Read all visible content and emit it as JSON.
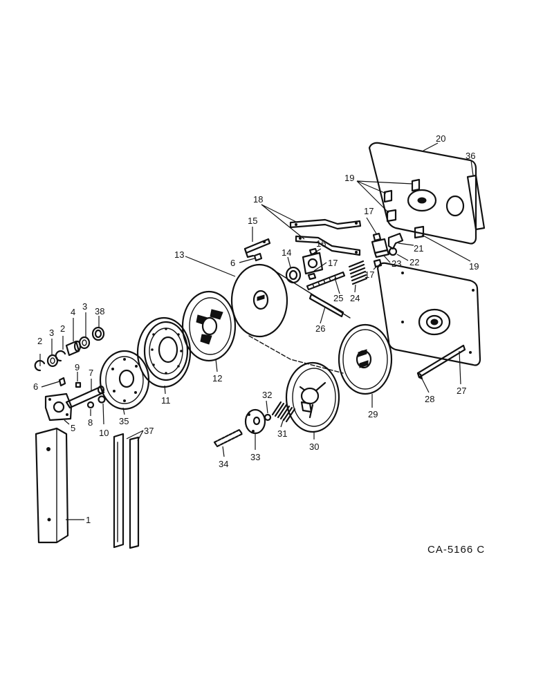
{
  "drawing_code": "CA-5166 C",
  "callouts": {
    "c1": "1",
    "c2a": "2",
    "c2b": "2",
    "c3a": "3",
    "c3b": "3",
    "c4": "4",
    "c5": "5",
    "c6a": "6",
    "c6b": "6",
    "c7": "7",
    "c8": "8",
    "c9": "9",
    "c10": "10",
    "c11": "11",
    "c12": "12",
    "c13": "13",
    "c14": "14",
    "c15": "15",
    "c16": "16",
    "c17a": "17",
    "c17b": "17",
    "c17c": "17",
    "c18": "18",
    "c19a": "19",
    "c19b": "19",
    "c20": "20",
    "c21": "21",
    "c22": "22",
    "c23": "23",
    "c24": "24",
    "c25": "25",
    "c26": "26",
    "c27": "27",
    "c28": "28",
    "c29": "29",
    "c30": "30",
    "c31": "31",
    "c32": "32",
    "c33": "33",
    "c34": "34",
    "c35": "35",
    "c36": "36",
    "c37": "37",
    "c38": "38"
  }
}
